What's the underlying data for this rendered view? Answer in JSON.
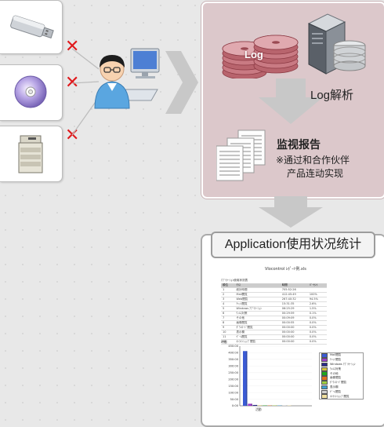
{
  "panel": {
    "log_label": "Log",
    "log_analysis": "Log解析",
    "monitor_title": "监视报告",
    "note_line1": "※通过和合作伙伴",
    "note_line2": "产品连动实现"
  },
  "card": {
    "title": "Application使用状况统计"
  },
  "report": {
    "title": "Vlocontrol ﾚﾎﾟｰﾄ例.xls",
    "table_caption": "ｱﾌﾟﾘｹｰｼｮﾝ使用状況表",
    "headers": [
      "順位",
      "ｸﾗｽ",
      "時間",
      "ﾊﾟｰｾﾝﾄ"
    ],
    "rows": [
      [
        "1",
        "総計時間",
        "705:52:26",
        ""
      ],
      [
        "2",
        "Mail閲覧",
        "412:45:49",
        "100%"
      ],
      [
        "3",
        "Web閲覧",
        "267:40:32",
        "94.5%"
      ],
      [
        "4",
        "ﾁｬｯﾄ閲覧",
        "15:31:35",
        "2.6%"
      ],
      [
        "5",
        "Windows ｱﾌﾟﾘｹｰｼｮﾝ",
        "06:25:29",
        "1.5%"
      ],
      [
        "6",
        "ｳｨﾙｽ対策",
        "00:29:59",
        "0.1%"
      ],
      [
        "7",
        "その他",
        "00:09:09",
        "0.0%"
      ],
      [
        "8",
        "画像閲覧",
        "00:00:55",
        "0.0%"
      ],
      [
        "9",
        "ﾀﾞｳﾝﾛｰﾄﾞ閲覧",
        "00:00:00",
        "0.0%"
      ],
      [
        "10",
        "表示欄",
        "00:00:00",
        "0.0%"
      ],
      [
        "11",
        "ｹﾞｰﾑ閲覧",
        "00:00:00",
        "0.0%"
      ],
      [
        "12",
        "ｵﾝﾗｲﾝｼｮｯﾌﾟ閲覧",
        "00:00:00",
        "0.0%"
      ]
    ]
  },
  "chart_data": {
    "type": "bar",
    "ylabel": "時間",
    "xlabel": "活動",
    "yticks": [
      "450:00",
      "400:00",
      "350:00",
      "300:00",
      "250:00",
      "200:00",
      "150:00",
      "100:00",
      "50:00",
      "0:00"
    ],
    "ylim": [
      0,
      450
    ],
    "series": [
      {
        "name": "Mail閲覧",
        "value": 412.8,
        "color": "#3b5bd4"
      },
      {
        "name": "ﾁｬｯﾄ閲覧",
        "value": 15.5,
        "color": "#9b3ec9"
      },
      {
        "name": "Windows ｱﾌﾟﾘｹｰｼｮﾝ",
        "value": 6.4,
        "color": "#2a2a8a"
      },
      {
        "name": "ｳｨﾙｽ対策",
        "value": 0.5,
        "color": "#d4c13b"
      },
      {
        "name": "その他",
        "value": 0.2,
        "color": "#1fa81f"
      },
      {
        "name": "画像閲覧",
        "value": 0.1,
        "color": "#e07020"
      },
      {
        "name": "ﾀﾞｳﾝﾛｰﾄﾞ閲覧",
        "value": 0,
        "color": "#a0d040"
      },
      {
        "name": "表示欄",
        "value": 0,
        "color": "#40a0d0"
      },
      {
        "name": "ｹﾞｰﾑ閲覧",
        "value": 0,
        "color": "#d0d0d0"
      },
      {
        "name": "ｵﾝﾗｲﾝｼｮｯﾌﾟ閲覧",
        "value": 0,
        "color": "#f0e0a0"
      }
    ]
  }
}
